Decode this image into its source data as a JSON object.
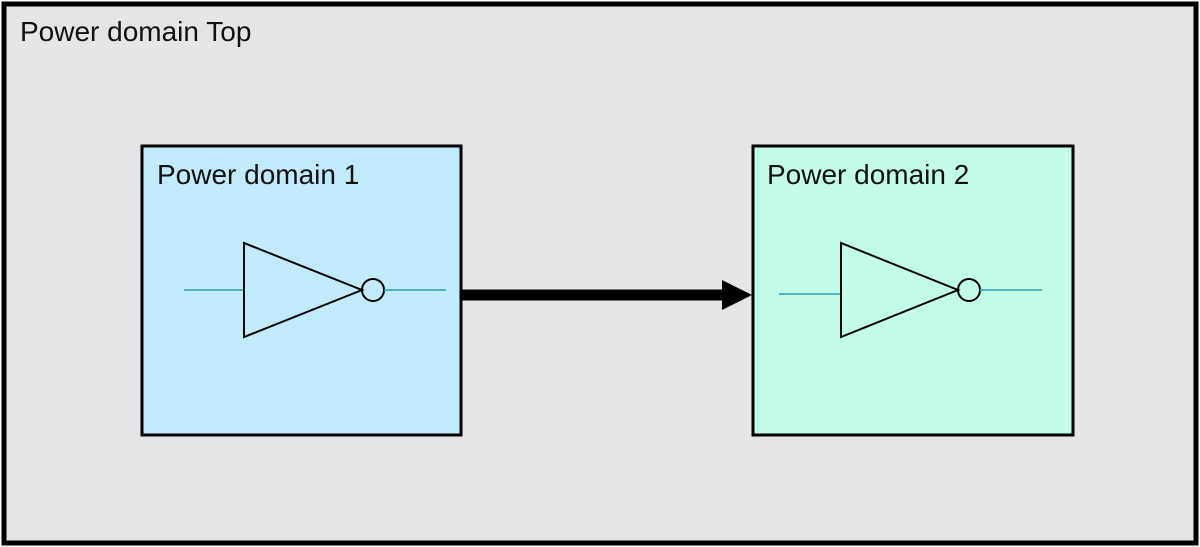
{
  "diagram": {
    "top_domain": {
      "label": "Power domain Top",
      "fill": "#e5e4e7"
    },
    "domain_1": {
      "label": "Power domain 1",
      "fill": "#c0ebfc"
    },
    "domain_2": {
      "label": "Power domain 2",
      "fill": "#c1fde9"
    },
    "wire_color": "#2a9fb0",
    "connector": {
      "from": "Power domain 1",
      "to": "Power domain 2"
    }
  }
}
